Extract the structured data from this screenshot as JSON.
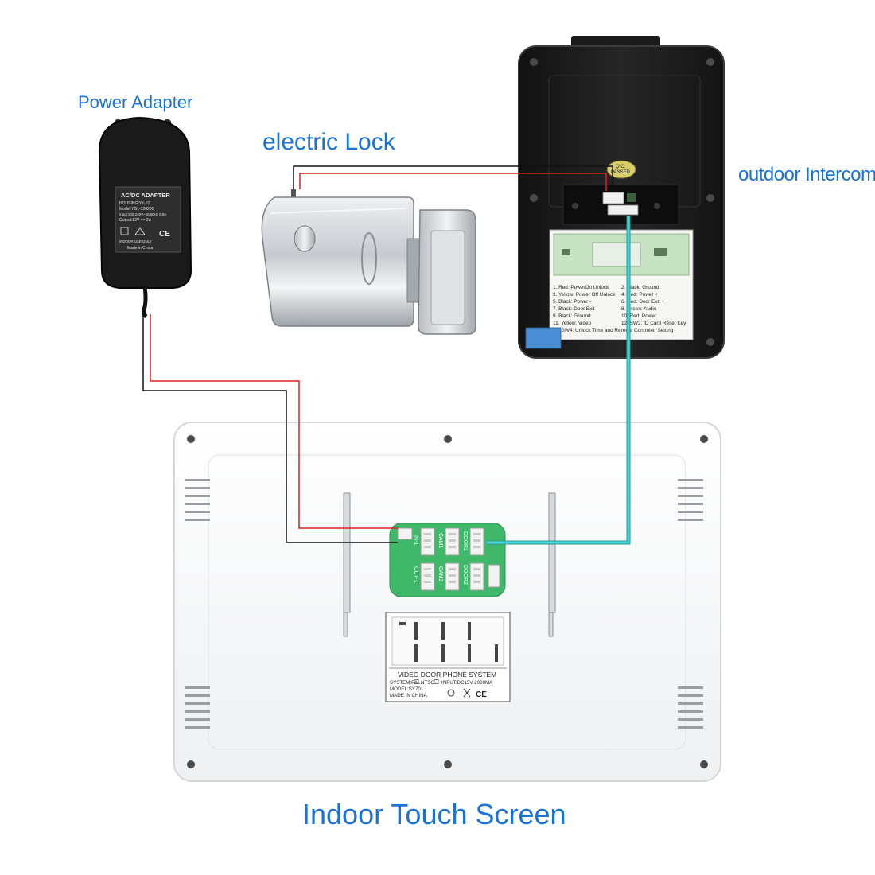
{
  "labels": {
    "power_adapter": "Power Adapter",
    "electric_lock": "electric Lock",
    "outdoor_intercom": "outdoor Intercom",
    "indoor_screen": "Indoor Touch Screen"
  },
  "adapter": {
    "title": "AC/DC ADAPTER",
    "lines": [
      "HOUSING:YK-52",
      "Model:YG1-120200",
      "Input:100-240V~50/60Hz 0.8A",
      "Output:12V == 2A"
    ],
    "indoor_note": "INDOOR USE ONLY",
    "made_in": "Made in China",
    "ce": "CE"
  },
  "outdoor": {
    "qc_top": "Q.C.",
    "qc_bottom": "PASSED",
    "wiring_left": [
      "1. Red: PowerOn Unlock",
      "3. Yellow: Power Off Unlock",
      "5. Black: Power -",
      "7. Black: Door Exit -",
      "9. Black: Ground",
      "11. Yellow: Video",
      "13. SW4: Unlock Time and Re"
    ],
    "wiring_right": [
      "2. Black: Ground",
      "4. Red: Power +",
      "6. Red: Door Exit +",
      "8. Green: Audio",
      "10. Red: Power",
      "12. SW2: ID Card Reset Key",
      "mote Controller Setting"
    ]
  },
  "indoor": {
    "board_left_labels": [
      "IN-1",
      "OUT-1"
    ],
    "board_mid_labels": [
      "CAM1",
      "CAM2"
    ],
    "board_right_labels": [
      "DOOR1",
      "DOOR2"
    ],
    "plate_title": "VIDEO DOOR PHONE SYSTEM",
    "plate_system": "SYSTEM:PAL",
    "plate_ntsc": "NTSC",
    "plate_input": "INPUT:DC15V  2000MA",
    "plate_model": "MODEL:SY701",
    "plate_made": "MADE IN CHINA",
    "plate_ce": "CE"
  },
  "colors": {
    "label_blue": "#1a73d9",
    "wire_red": "#e02020",
    "wire_black": "#111111",
    "wire_cyan": "#49d6d6",
    "board_green": "#3fb86a",
    "intercom_body": "#1d1d1d"
  }
}
